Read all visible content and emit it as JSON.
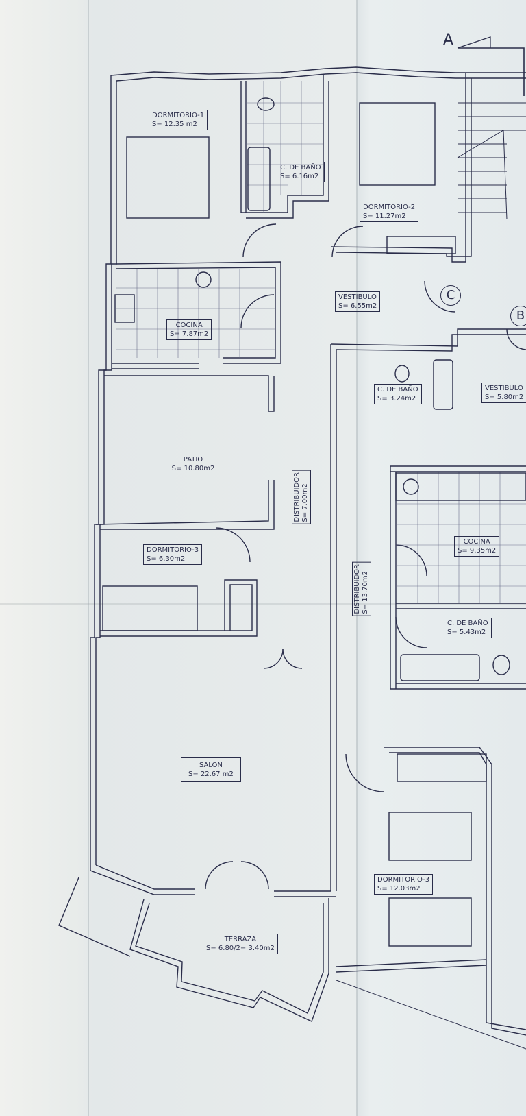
{
  "section_marker": "A",
  "circle_markers": [
    "C",
    "B"
  ],
  "rooms": {
    "dormitorio1": {
      "name": "DORMITORIO-1",
      "area": "S= 12.35 m2"
    },
    "bano1": {
      "name": "C. DE BAÑO",
      "area": "S= 6.16m2"
    },
    "dormitorio2": {
      "name": "DORMITORIO-2",
      "area": "S= 11.27m2"
    },
    "vestibulo1": {
      "name": "VESTIBULO",
      "area": "S= 6.55m2"
    },
    "cocina1": {
      "name": "COCINA",
      "area": "S= 7.87m2"
    },
    "bano2": {
      "name": "C. DE BAÑO",
      "area": "S= 3.24m2"
    },
    "vestibulo2": {
      "name": "VESTIBULO",
      "area": "S= 5.80m2"
    },
    "patio": {
      "name": "PATIO",
      "area": "S= 10.80m2"
    },
    "distribuidor1": {
      "name": "DISTRIBUIDOR",
      "area": "S= 7.00m2"
    },
    "cocina2": {
      "name": "COCINA",
      "area": "S= 9.35m2"
    },
    "dormitorio3a": {
      "name": "DORMITORIO-3",
      "area": "S= 6.30m2"
    },
    "distribuidor2": {
      "name": "DISTRIBUIDOR",
      "area": "S= 13.70m2"
    },
    "bano3": {
      "name": "C. DE BAÑO",
      "area": "S= 5.43m2"
    },
    "salon": {
      "name": "SALON",
      "area": "S= 22.67 m2"
    },
    "dormitorio3b": {
      "name": "DORMITORIO-3",
      "area": "S= 12.03m2"
    },
    "terraza": {
      "name": "TERRAZA",
      "area": "S= 6.80/2= 3.40m2"
    }
  },
  "colors": {
    "ink": "#2a2d4a",
    "paper": "#e6ebeb"
  }
}
